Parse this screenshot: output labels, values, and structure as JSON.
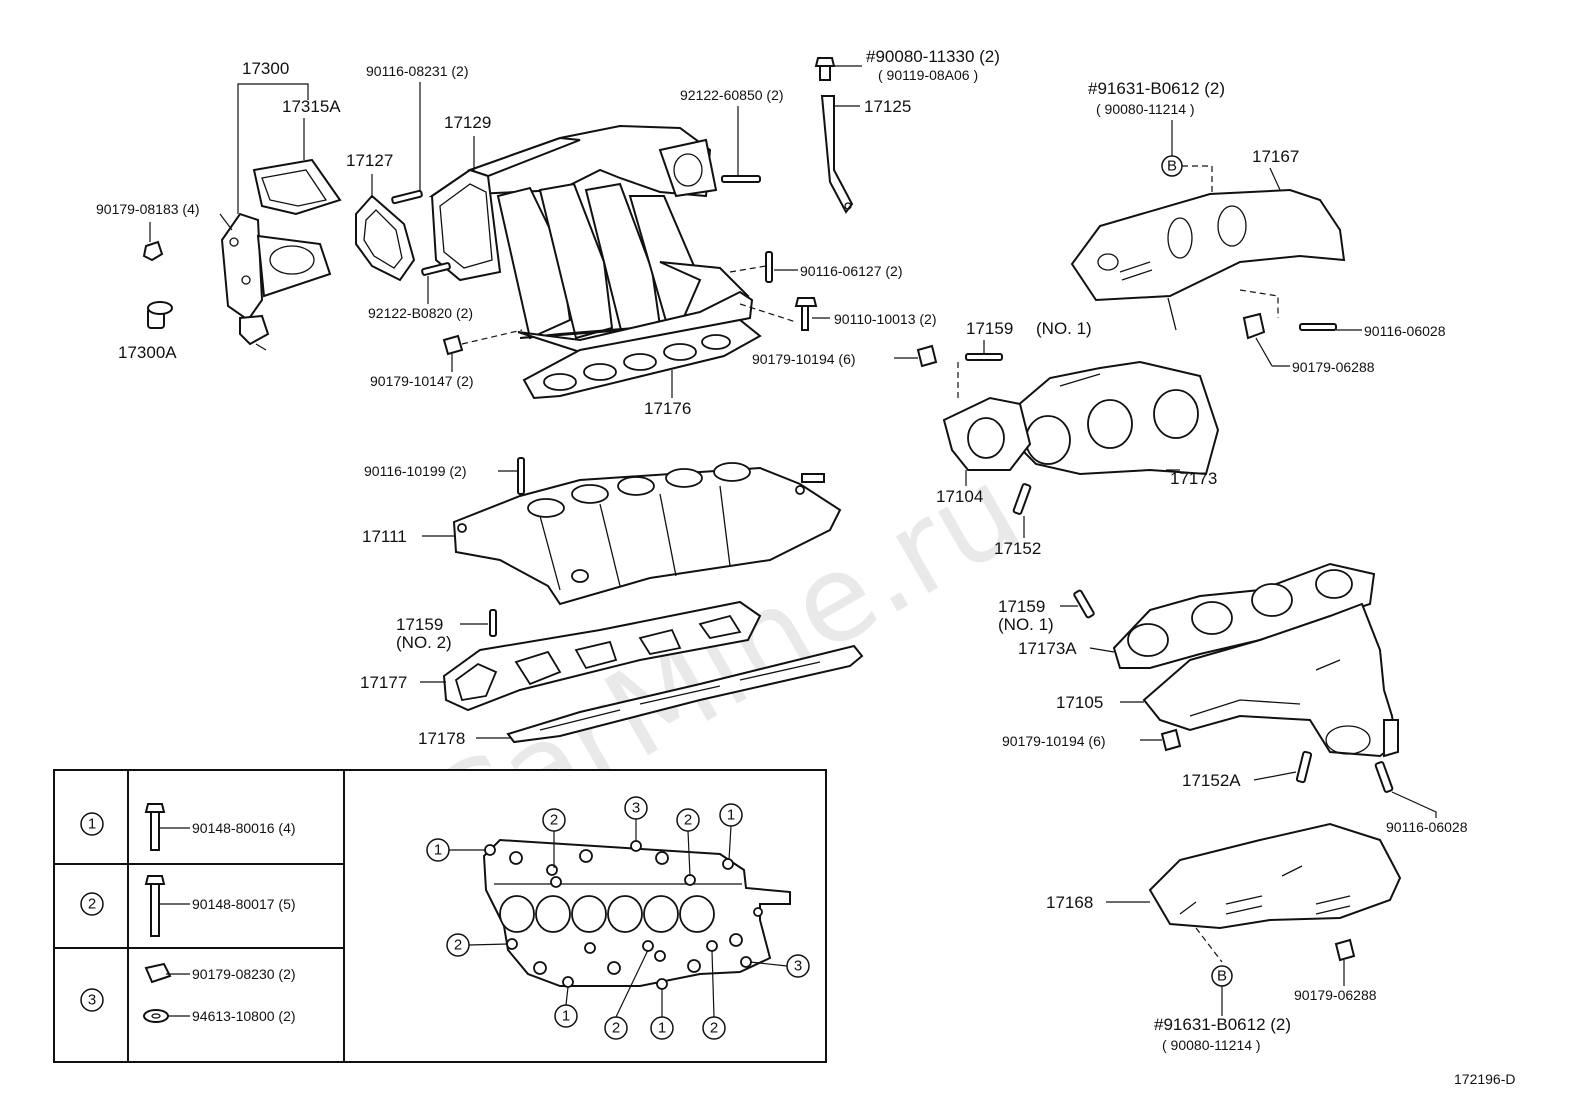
{
  "watermark": "ToyotaCarMine.ru",
  "diagram_id": "172196-D",
  "labels": {
    "p17300": "17300",
    "p17315A": "17315A",
    "p90179_08183": "90179-08183 (4)",
    "p17300A": "17300A",
    "p90116_08231": "90116-08231 (2)",
    "p17129": "17129",
    "p17127": "17127",
    "p92122_B0820": "92122-B0820 (2)",
    "p90179_10147": "90179-10147 (2)",
    "p17176": "17176",
    "p92122_60850": "92122-60850 (2)",
    "p90080_11330": "#90080-11330 (2)",
    "p90119_08A06": "( 90119-08A06 )",
    "p17125": "17125",
    "p90116_06127": "90116-06127 (2)",
    "p90110_10013": "90110-10013 (2)",
    "p17159_top": "17159",
    "p17159_top_no": "(NO. 1)",
    "p90179_10194_top": "90179-10194 (6)",
    "p91631_top": "#91631-B0612 (2)",
    "p90080_11214_top": "( 90080-11214 )",
    "p17167": "17167",
    "p90116_06028_top": "90116-06028",
    "p90179_06288_top": "90179-06288",
    "p17104": "17104",
    "p17173": "17173",
    "p17152": "17152",
    "p90116_10199": "90116-10199 (2)",
    "p17111": "17111",
    "p17159_mid": "17159",
    "p17159_mid_no": "(NO. 2)",
    "p17177": "17177",
    "p17178": "17178",
    "p17159_right": "17159",
    "p17159_right_no": "(NO. 1)",
    "p17173A": "17173A",
    "p17105": "17105",
    "p90179_10194_bot": "90179-10194 (6)",
    "p17152A": "17152A",
    "p90116_06028_bot": "90116-06028",
    "p17168": "17168",
    "p90179_06288_bot": "90179-06288",
    "p91631_bot": "#91631-B0612 (2)",
    "p90080_11214_bot": "( 90080-11214 )",
    "refB": "B"
  },
  "legend": {
    "rows": [
      {
        "marker": "1",
        "parts": [
          "90148-80016 (4)"
        ]
      },
      {
        "marker": "2",
        "parts": [
          "90148-80017 (5)"
        ]
      },
      {
        "marker": "3",
        "parts": [
          "90179-08230 (2)",
          "94613-10800 (2)"
        ]
      }
    ],
    "markers": {
      "one": "1",
      "two": "2",
      "three": "3"
    }
  }
}
